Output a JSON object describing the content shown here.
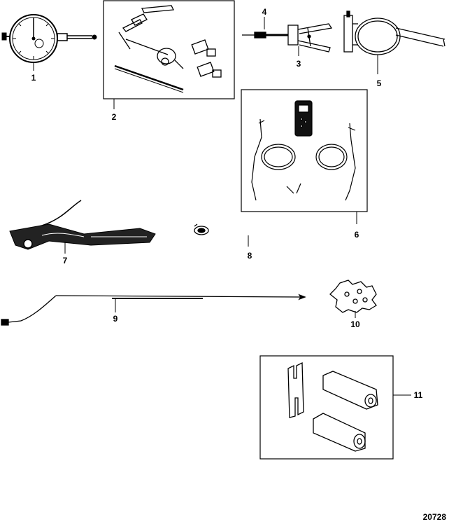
{
  "figure_id": "20728",
  "callouts": {
    "c1": "1",
    "c2": "2",
    "c3": "3",
    "c4": "4",
    "c5": "5",
    "c6": "6",
    "c7": "7",
    "c8": "8",
    "c9": "9",
    "c10": "10",
    "c11": "11"
  },
  "colors": {
    "ink": "#000000",
    "paper": "#ffffff",
    "meter_face": "#111111"
  }
}
